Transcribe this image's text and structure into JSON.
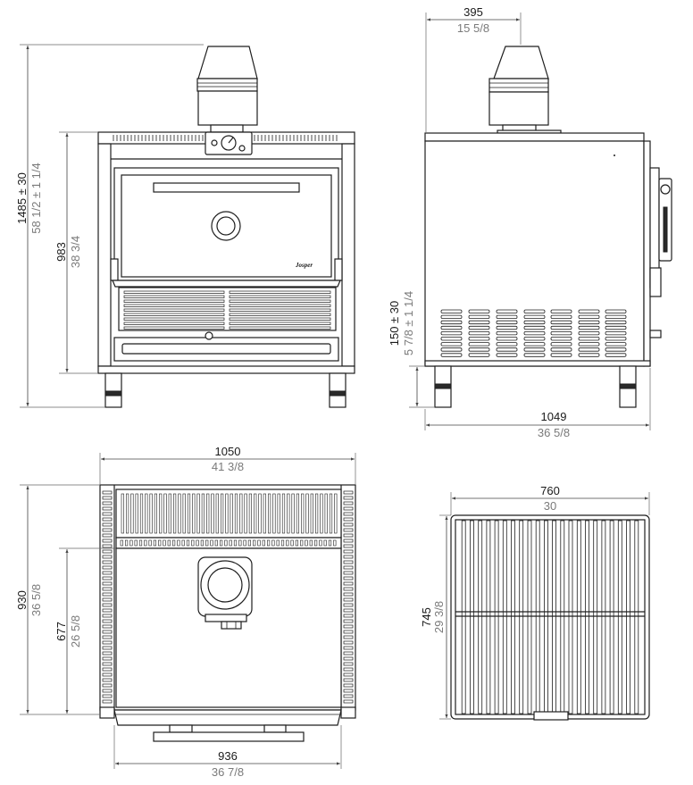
{
  "brand_logo": "Josper",
  "front_view": {
    "height_total": {
      "mm": "1485 ± 30",
      "in": "58 1/2 ± 1 1/4"
    },
    "body_height": {
      "mm": "983",
      "in": "38 3/4"
    }
  },
  "side_view": {
    "chimney_offset": {
      "mm": "395",
      "in": "15 5/8"
    },
    "leg_height": {
      "mm": "150 ± 30",
      "in": "5 7/8 ± 1 1/4"
    },
    "depth": {
      "mm": "1049",
      "in": "36 5/8"
    }
  },
  "top_view": {
    "width": {
      "mm": "1050",
      "in": "41 3/8"
    },
    "depth": {
      "mm": "930",
      "in": "36 5/8"
    },
    "chamber_depth": {
      "mm": "677",
      "in": "26 5/8"
    },
    "front_width": {
      "mm": "936",
      "in": "36 7/8"
    }
  },
  "grill": {
    "width": {
      "mm": "760",
      "in": "30"
    },
    "depth": {
      "mm": "745",
      "in": "29 3/8"
    }
  },
  "colors": {
    "line": "#1e1e1e",
    "primary_text": "#1a1a1a",
    "secondary_text": "#7a7a7a"
  }
}
